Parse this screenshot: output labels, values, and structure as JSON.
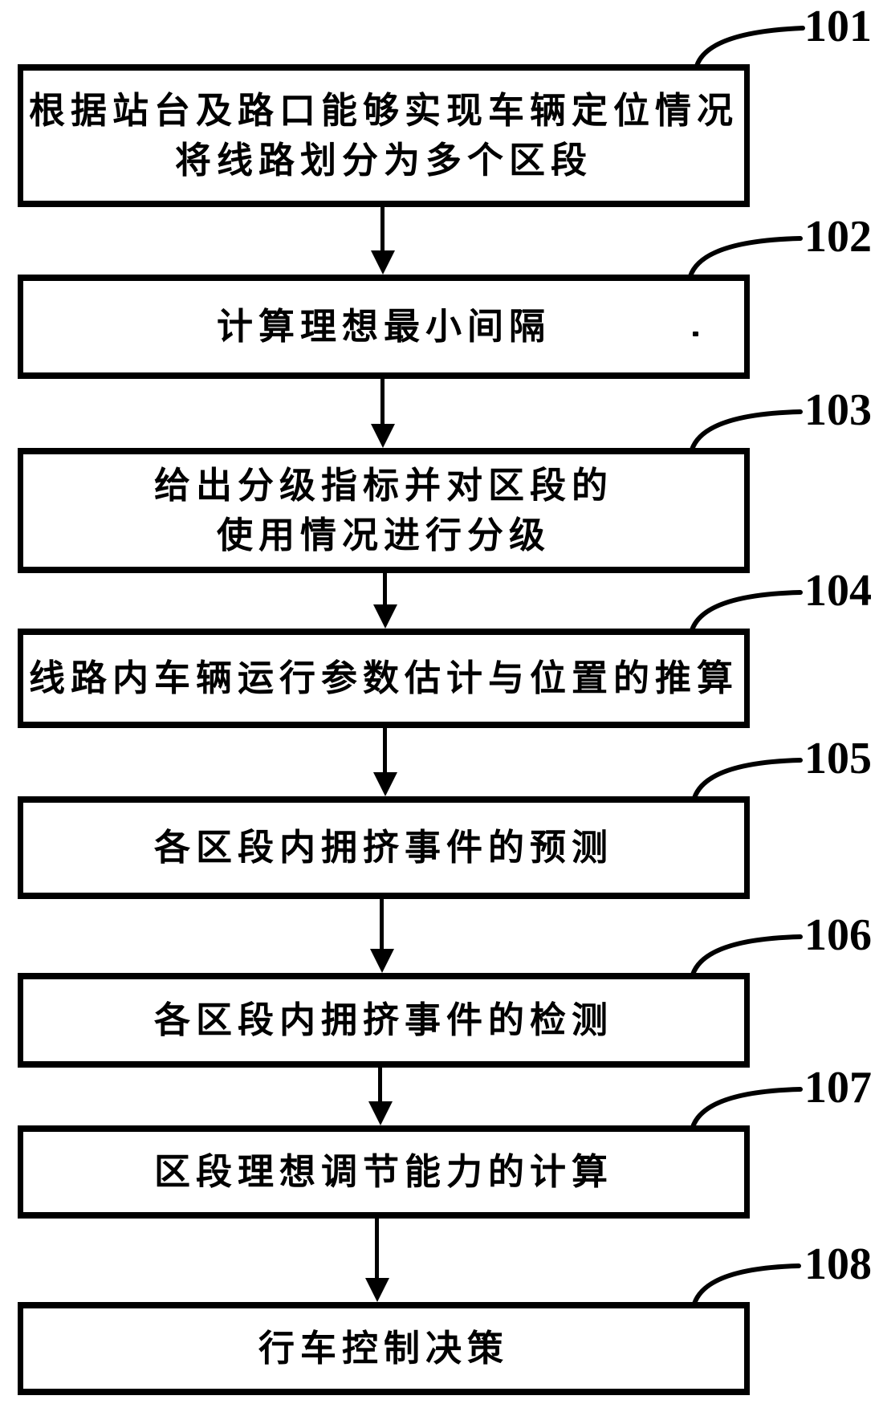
{
  "figure": {
    "type": "flowchart",
    "background_color": "#ffffff",
    "ink_color": "#000000",
    "steps": [
      {
        "ref": "101",
        "text": "根据站台及路口能够实现车辆定位情况\n将线路划分为多个区段"
      },
      {
        "ref": "102",
        "text": "计算理想最小间隔"
      },
      {
        "ref": "103",
        "text": "给出分级指标并对区段的\n使用情况进行分级"
      },
      {
        "ref": "104",
        "text": "线路内车辆运行参数估计与位置的推算"
      },
      {
        "ref": "105",
        "text": "各区段内拥挤事件的预测"
      },
      {
        "ref": "106",
        "text": "各区段内拥挤事件的检测"
      },
      {
        "ref": "107",
        "text": "区段理想调节能力的计算"
      },
      {
        "ref": "108",
        "text": "行车控制决策"
      }
    ]
  }
}
